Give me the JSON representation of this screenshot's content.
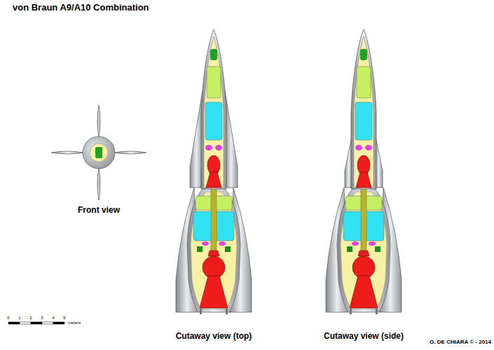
{
  "diagram": {
    "title": "von Braun A9/A10 Combination",
    "labels": [
      "Front view",
      "Cutaway view (top)",
      "Cutaway view (side)",
      "G. DE CHIARA © - 2014",
      "0",
      "1",
      "2",
      "3",
      "4",
      "5",
      "meters"
    ]
  }
}
